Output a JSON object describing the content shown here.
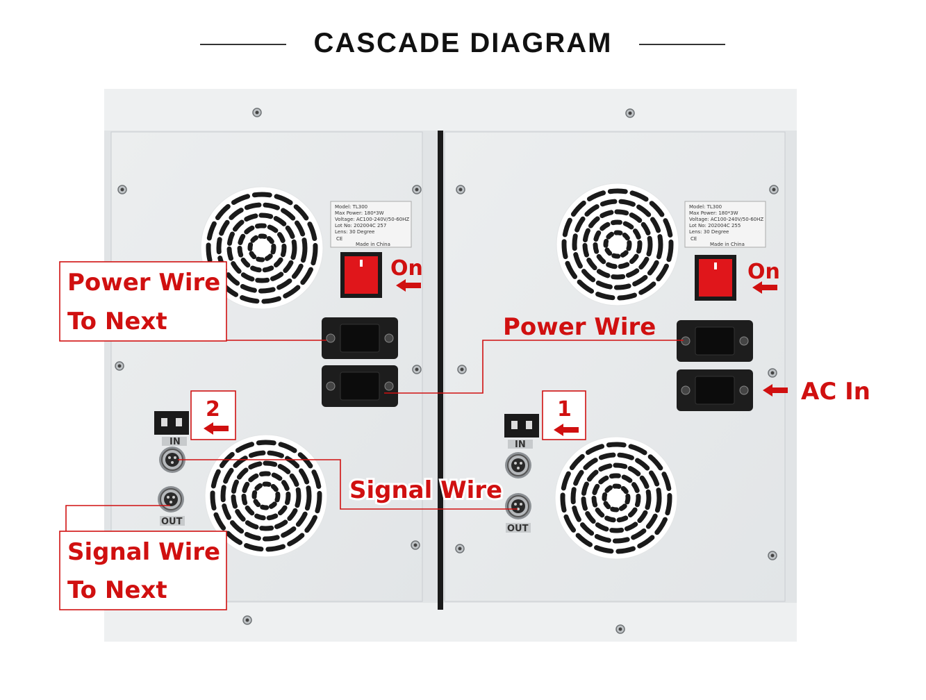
{
  "header": {
    "title": "CASCADE DIAGRAM"
  },
  "labels": {
    "power_wire_to_next_line1": "Power Wire",
    "power_wire_to_next_line2": "To Next",
    "on_left": "On",
    "on_right": "On",
    "power_wire": "Power Wire",
    "ac_in": "AC In",
    "step_2": "2",
    "step_1": "1",
    "signal_wire": "Signal Wire",
    "signal_wire_to_next_line1": "Signal Wire",
    "signal_wire_to_next_line2": "To Next"
  },
  "panels": {
    "left": {
      "spec": [
        "Model:  TL300",
        "Max Power:  180*3W",
        "Voltage:  AC100-240V/50-60HZ",
        "Lot No:  202004C 257",
        "Lens:  30 Degree",
        "CE",
        "Made in China"
      ],
      "port_in": "IN",
      "port_out": "OUT"
    },
    "right": {
      "spec": [
        "Model:  TL300",
        "Max Power:  180*3W",
        "Voltage:  AC100-240V/50-60HZ",
        "Lot No:  202004C 255",
        "Lens:  30 Degree",
        "CE",
        "Made in China"
      ],
      "port_in": "IN",
      "port_out": "OUT"
    }
  },
  "colors": {
    "accent": "#d01010",
    "panel": "#e9ebec",
    "frame": "#dcdfe1"
  }
}
